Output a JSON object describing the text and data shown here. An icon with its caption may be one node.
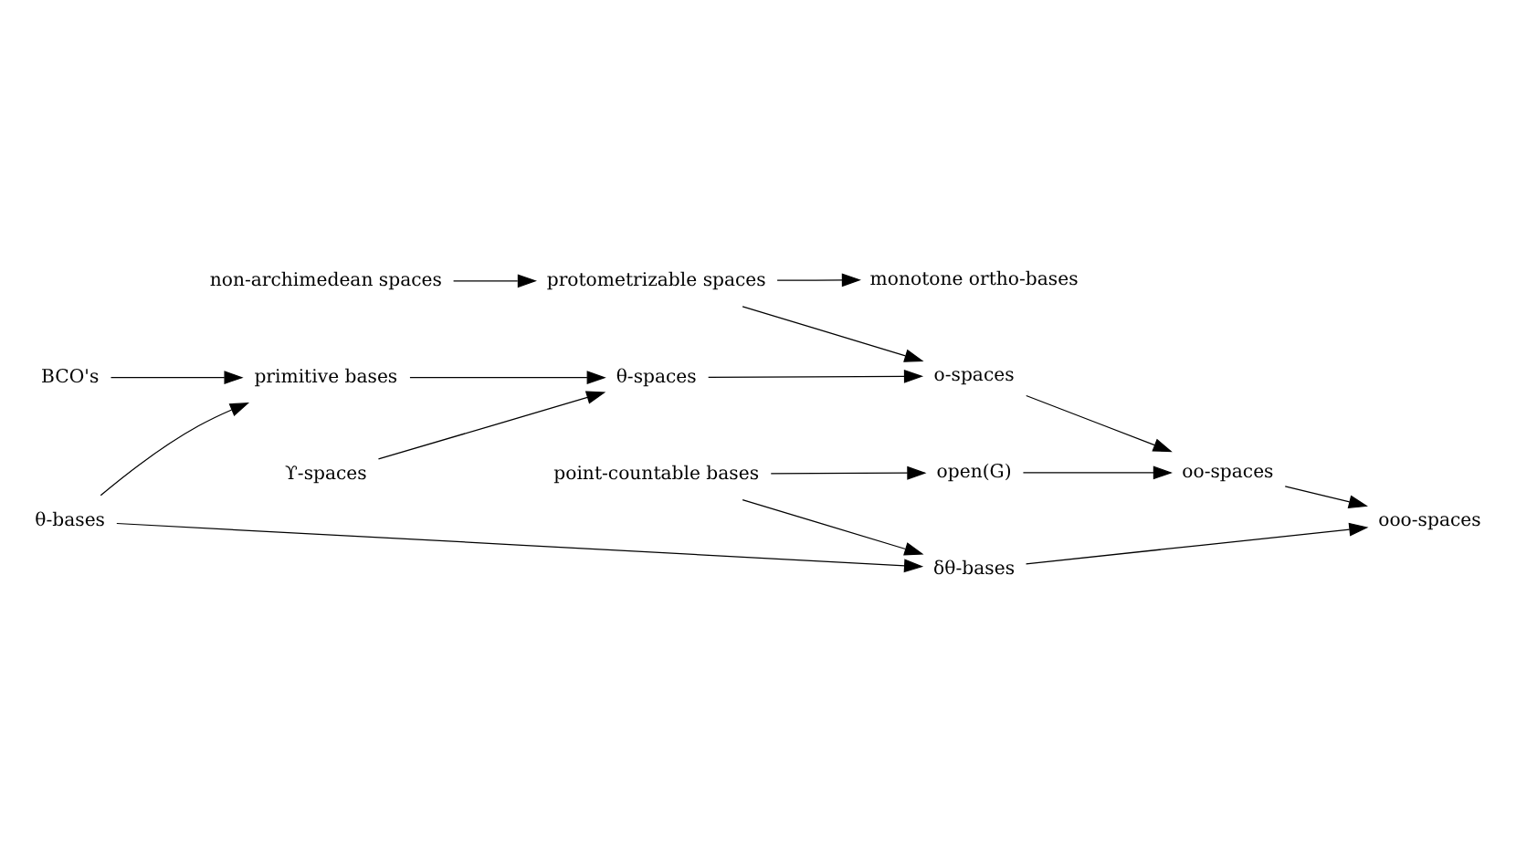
{
  "diagram": {
    "nodes": [
      {
        "text": [
          "non-archimedean spaces"
        ]
      },
      {
        "text": [
          "protometrizable spaces"
        ]
      },
      {
        "text": [
          "monotone ortho-bases"
        ]
      },
      {
        "text": [
          "ϒ-spaces"
        ]
      },
      {
        "text": [
          "θ-spaces"
        ]
      },
      {
        "text": [
          "o-spaces"
        ]
      },
      {
        "text": [
          "oo-spaces"
        ]
      },
      {
        "text": [
          "BCO's"
        ]
      },
      {
        "text": [
          "primitive bases"
        ]
      },
      {
        "text": [
          "θ-bases"
        ]
      },
      {
        "text": [
          "δθ-bases"
        ]
      },
      {
        "text": [
          "ooo-spaces"
        ]
      },
      {
        "text": [
          "point-countable bases"
        ]
      },
      {
        "text": [
          "open(G)"
        ]
      }
    ],
    "edges": [
      {
        "from": 0,
        "to": 1,
        "arrow": "to"
      },
      {
        "from": 1,
        "to": 2,
        "arrow": "to"
      },
      {
        "from": 1,
        "to": 5,
        "arrow": "to"
      },
      {
        "from": 3,
        "to": 4,
        "arrow": "to"
      },
      {
        "from": 4,
        "to": 5,
        "arrow": "to"
      },
      {
        "from": 5,
        "to": 6,
        "arrow": "to"
      },
      {
        "from": 7,
        "to": 8,
        "arrow": "to"
      },
      {
        "from": 8,
        "to": 4,
        "arrow": "to"
      },
      {
        "from": 9,
        "to": 8,
        "arrow": "to"
      },
      {
        "from": 9,
        "to": 10,
        "arrow": "to"
      },
      {
        "from": 10,
        "to": 11,
        "arrow": "to"
      },
      {
        "from": 6,
        "to": 11,
        "arrow": "to"
      },
      {
        "from": 12,
        "to": 10,
        "arrow": "to"
      },
      {
        "from": 12,
        "to": 13,
        "arrow": "to"
      },
      {
        "from": 13,
        "to": 6,
        "arrow": "to"
      }
    ]
  }
}
